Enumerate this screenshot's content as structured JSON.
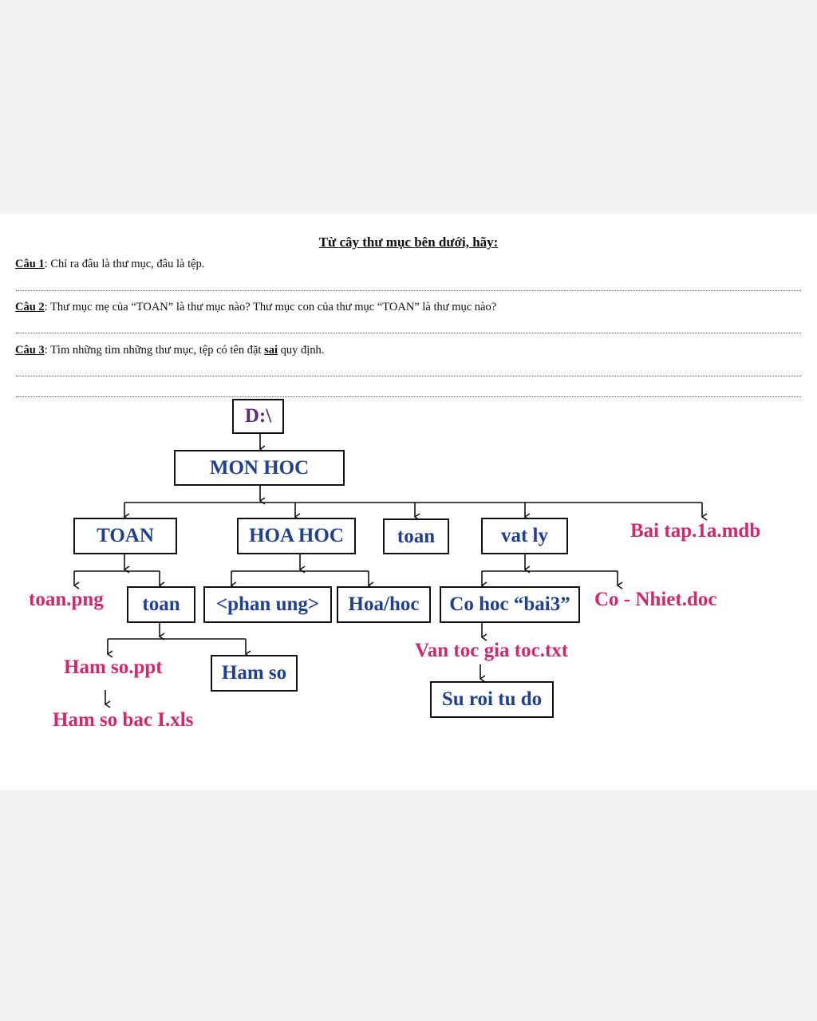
{
  "worksheet": {
    "title": "Từ cây thư mục bên dưới, hãy:",
    "questions": [
      {
        "label": "Câu 1",
        "text": ": Chỉ ra đâu là thư mục, đâu là tệp."
      },
      {
        "label": "Câu 2",
        "text": ": Thư mục mẹ của “TOAN” là thư mục nào? Thư mục con của thư mục “TOAN” là thư mục nào?"
      },
      {
        "label": "Câu 3",
        "text_before": ": Tìm những tìm những thư mục, tệp có tên đặt ",
        "keyword": "sai",
        "text_after": " quy định."
      }
    ]
  },
  "tree": {
    "root": "D:\\",
    "mon_hoc": "MON HOC",
    "toan_upper": "TOAN",
    "hoa_hoc": "HOA HOC",
    "toan_lower": "toan",
    "vat_ly": "vat ly",
    "bai_tap": "Bai tap.1a.mdb",
    "toan_png": "toan.png",
    "toan_sub": "toan",
    "phan_ung": "<phan ung>",
    "hoa_hoc_slash": "Hoa/hoc",
    "co_hoc": "Co hoc “bai3”",
    "co_nhiet": "Co - Nhiet.doc",
    "ham_so_ppt": "Ham so.ppt",
    "ham_so": "Ham so",
    "ham_so_bac": "Ham so bac I.xls",
    "van_toc": "Van toc gia toc.txt",
    "su_roi": "Su roi tu do"
  },
  "colors": {
    "folder_text": "#1f3f94",
    "file_text": "#d4276b",
    "root_text": "#5a2a7a"
  }
}
